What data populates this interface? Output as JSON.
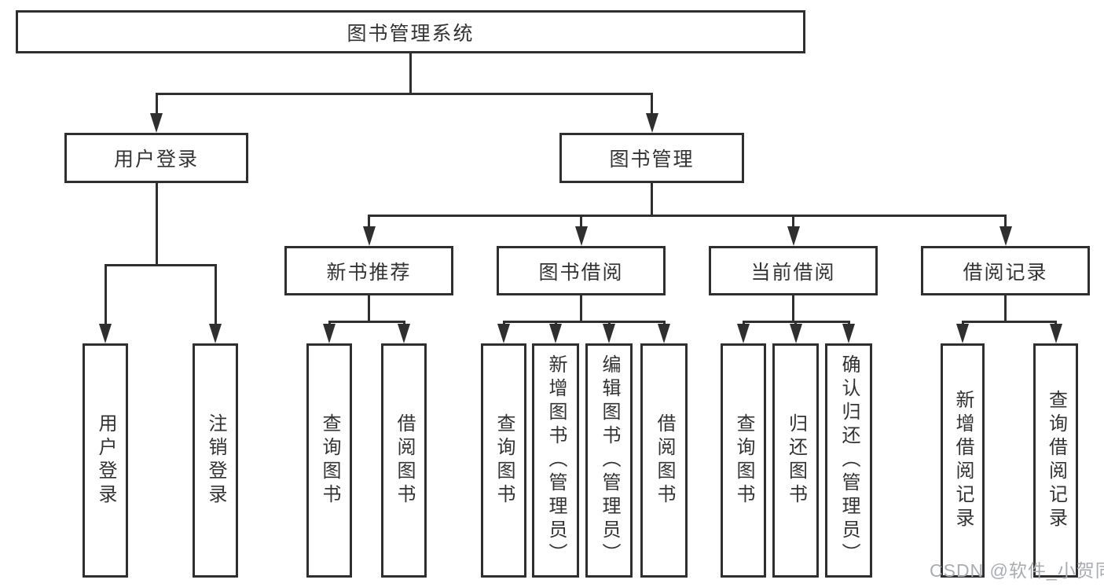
{
  "diagram": {
    "title": "图书管理系统",
    "nodes": [
      {
        "id": "root",
        "label": "图书管理系统",
        "orientation": "horizontal"
      },
      {
        "id": "user-login",
        "label": "用户登录",
        "orientation": "horizontal"
      },
      {
        "id": "book-mgmt",
        "label": "图书管理",
        "orientation": "horizontal"
      },
      {
        "id": "new-book-rec",
        "label": "新书推荐",
        "orientation": "horizontal"
      },
      {
        "id": "book-borrow",
        "label": "图书借阅",
        "orientation": "horizontal"
      },
      {
        "id": "current-borrow",
        "label": "当前借阅",
        "orientation": "horizontal"
      },
      {
        "id": "borrow-records",
        "label": "借阅记录",
        "orientation": "horizontal"
      },
      {
        "id": "leaf-user-login",
        "label": "用户登录",
        "orientation": "vertical"
      },
      {
        "id": "leaf-logout",
        "label": "注销登录",
        "orientation": "vertical"
      },
      {
        "id": "leaf-query-book-1",
        "label": "查询图书",
        "orientation": "vertical"
      },
      {
        "id": "leaf-borrow-book-1",
        "label": "借阅图书",
        "orientation": "vertical"
      },
      {
        "id": "leaf-query-book-2",
        "label": "查询图书",
        "orientation": "vertical"
      },
      {
        "id": "leaf-add-book",
        "label": "新增图书（管理员）",
        "orientation": "vertical"
      },
      {
        "id": "leaf-edit-book",
        "label": "编辑图书（管理员）",
        "orientation": "vertical"
      },
      {
        "id": "leaf-borrow-book-2",
        "label": "借阅图书",
        "orientation": "vertical"
      },
      {
        "id": "leaf-query-book-3",
        "label": "查询图书",
        "orientation": "vertical"
      },
      {
        "id": "leaf-return-book",
        "label": "归还图书",
        "orientation": "vertical"
      },
      {
        "id": "leaf-confirm-return",
        "label": "确认归还（管理员）",
        "orientation": "vertical"
      },
      {
        "id": "leaf-add-record",
        "label": "新增借阅记录",
        "orientation": "vertical"
      },
      {
        "id": "leaf-query-record",
        "label": "查询借阅记录",
        "orientation": "vertical"
      }
    ],
    "edges": [
      {
        "parent": "root",
        "children": [
          "user-login",
          "book-mgmt"
        ]
      },
      {
        "parent": "user-login",
        "children": [
          "leaf-user-login",
          "leaf-logout"
        ]
      },
      {
        "parent": "book-mgmt",
        "children": [
          "new-book-rec",
          "book-borrow",
          "current-borrow",
          "borrow-records"
        ]
      },
      {
        "parent": "new-book-rec",
        "children": [
          "leaf-query-book-1",
          "leaf-borrow-book-1"
        ]
      },
      {
        "parent": "book-borrow",
        "children": [
          "leaf-query-book-2",
          "leaf-add-book",
          "leaf-edit-book",
          "leaf-borrow-book-2"
        ]
      },
      {
        "parent": "current-borrow",
        "children": [
          "leaf-query-book-3",
          "leaf-return-book",
          "leaf-confirm-return"
        ]
      },
      {
        "parent": "borrow-records",
        "children": [
          "leaf-add-record",
          "leaf-query-record"
        ]
      }
    ]
  },
  "watermark": {
    "text": "CSDN @软件_小贺同学"
  },
  "colors": {
    "line": "#2f2f2f",
    "border": "#2f2f2f",
    "text": "#333333",
    "background": "#ffffff",
    "watermark": "#a9acb2"
  }
}
